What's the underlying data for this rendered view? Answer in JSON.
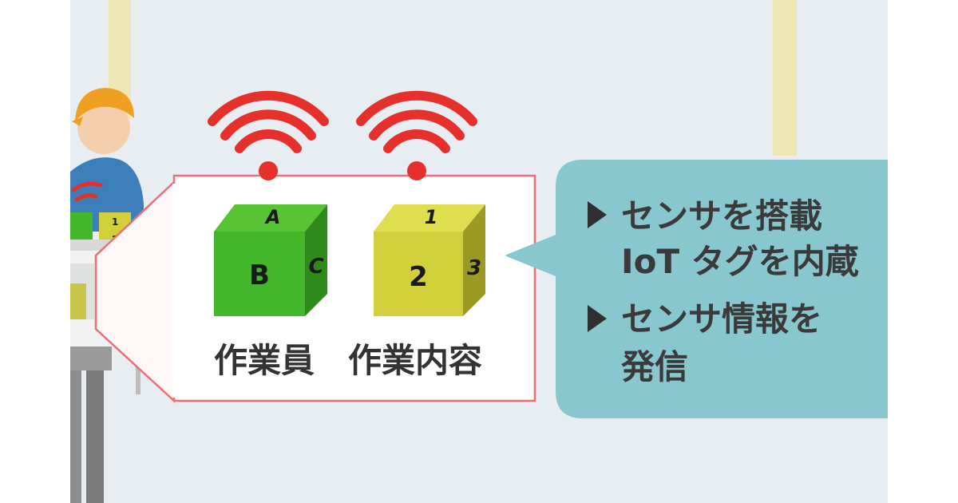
{
  "colors": {
    "scene_background": "#e8edf1",
    "side_margin": "#ffffff",
    "pillar": "#efe6b8",
    "signal": "#e5302b",
    "callout_border": "#ef6e76",
    "bubble": "#89c7cf",
    "cube_green": "#44b62c",
    "cube_yellow": "#d2d03a",
    "helmet": "#efa023",
    "worker_shirt": "#3d7fba"
  },
  "icons": [
    "worker-icon",
    "helmet-icon",
    "wireless-signal-icon",
    "cube-tag-icon",
    "triangle-bullet-icon"
  ],
  "tags": {
    "worker": {
      "caption": "作業員",
      "top_face": "A",
      "front_face": "B",
      "side_face": "C"
    },
    "task": {
      "caption": "作業内容",
      "top_face": "1",
      "front_face": "2",
      "side_face": "3"
    }
  },
  "bubble": {
    "item1_line1": "センサを搭載",
    "item1_line2": "IoT タグを内蔵",
    "item2_line1": "センサ情報を",
    "item2_line2": "発信"
  }
}
